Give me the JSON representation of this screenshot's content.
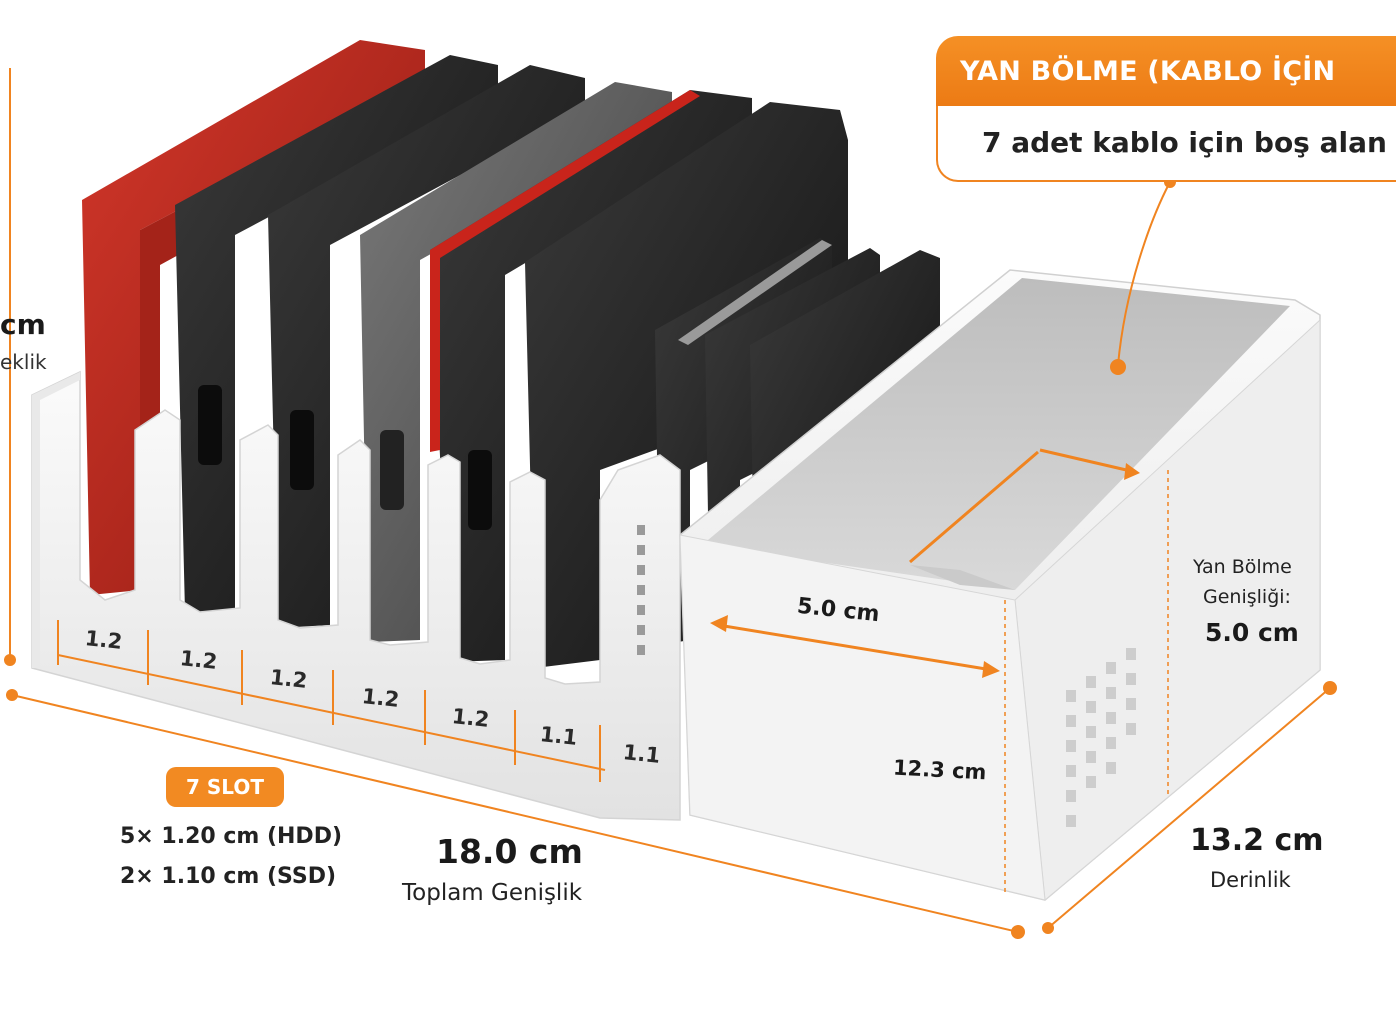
{
  "callout": {
    "title": "YAN BÖLME (KABLO İÇİN",
    "subtitle": "7 adet kablo için boş alan"
  },
  "height": {
    "value_fragment": "cm",
    "label_fragment": "eklik"
  },
  "slots": {
    "widths": [
      "1.2",
      "1.2",
      "1.2",
      "1.2",
      "1.2",
      "1.1",
      "1.1"
    ],
    "badge": "7 SLOT",
    "hdd_line": "5× 1.20 cm (HDD)",
    "ssd_line": "2× 1.10 cm (SSD)"
  },
  "total_width": {
    "value": "18.0 cm",
    "label": "Toplam Genişlik"
  },
  "compartment": {
    "inner_width": "5.0 cm",
    "inner_length": "12.3 cm",
    "side_label_line1": "Yan Bölme",
    "side_label_line2": "Genişliği:",
    "side_value": "5.0 cm"
  },
  "depth": {
    "value": "13.2 cm",
    "label": "Derinlik"
  },
  "colors": {
    "accent": "#f08420",
    "organizer": "#eeeeee",
    "drive_black": "#1e1e1e",
    "drive_red": "#b8261b",
    "drive_gray": "#5a5a5a"
  }
}
